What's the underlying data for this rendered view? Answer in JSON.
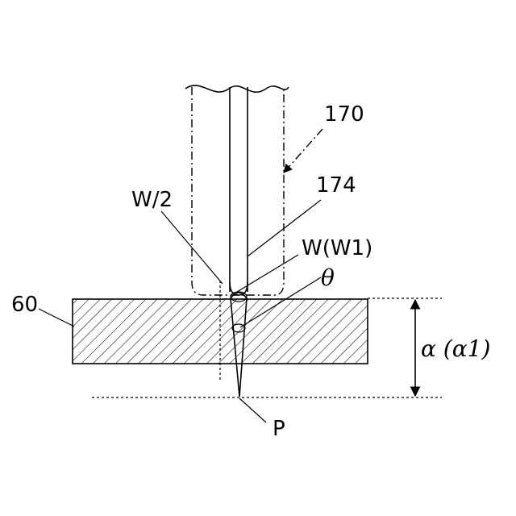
{
  "labels": {
    "ref_170": "170",
    "ref_174": "174",
    "half_width": "W/2",
    "width": "W(W1)",
    "angle": "θ",
    "ref_60": "60",
    "depth": "α (α1)",
    "point": "P"
  }
}
